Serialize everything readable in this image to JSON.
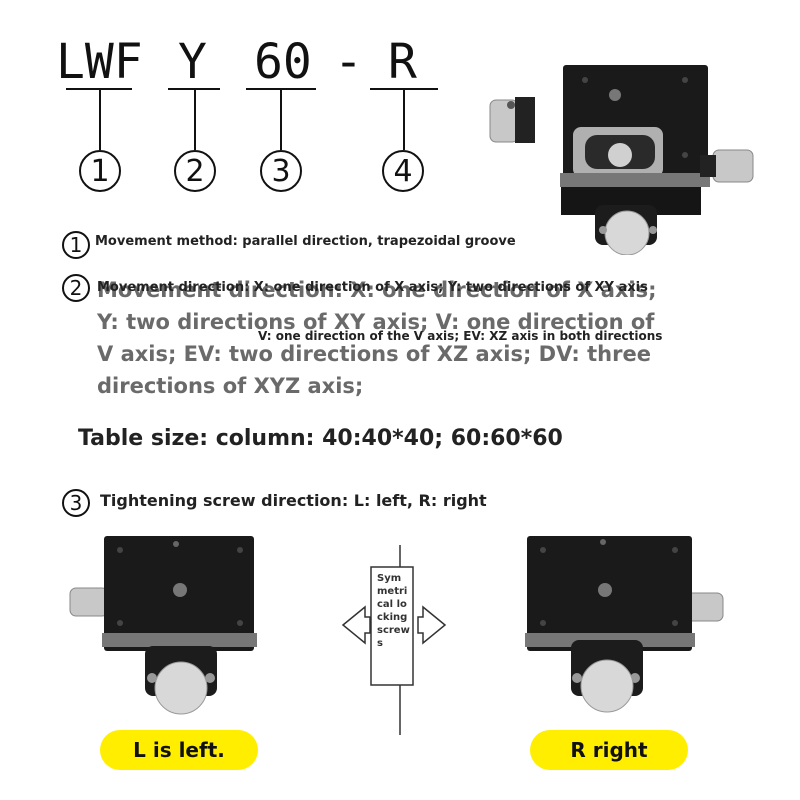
{
  "model_code": {
    "part1": "LWF",
    "part2": "Y",
    "part3": "60",
    "sep": "-",
    "part4": "R"
  },
  "callouts": [
    "1",
    "2",
    "3",
    "4"
  ],
  "items": [
    {
      "num": "1",
      "text": "Movement method: parallel direction, trapezoidal groove"
    },
    {
      "num": "2",
      "text": "Movement direction: X: one direction of X axis; Y: two directions of XY axis",
      "text_large": "Movement direction: X: one direction of X axis; Y: two directions of XY axis; V: one direction of V axis; EV: two directions of XZ axis; DV: three directions of XYZ axis;",
      "text_sub": "V: one direction of the V axis; EV: XZ axis in both directions"
    },
    {
      "num": "3",
      "text": "Tightening screw direction: L: left, R: right"
    }
  ],
  "table_size": "Table size: column: 40:40*40; 60:60*60",
  "center_label": "Symmetrical locking screws",
  "labels": {
    "left": "L is left.",
    "right": "R right"
  },
  "colors": {
    "highlight": "#ffee00",
    "stage_body": "#1a1a1a",
    "knob": "#c8c8c8"
  }
}
